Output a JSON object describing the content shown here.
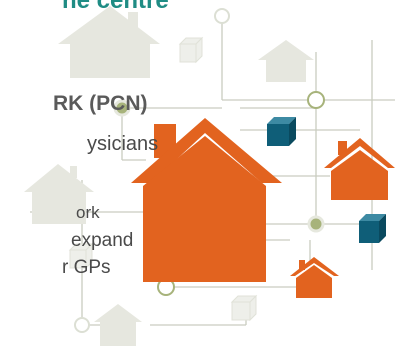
{
  "title_fragment": "ne centre",
  "heading_fragment": "RK (PCN)",
  "text_lines": [
    "ysicians",
    "ork",
    "expand",
    "r GPs"
  ],
  "colors": {
    "orange": "#e2631f",
    "teal": "#0f5e78",
    "outline_grey": "#bfc3b4",
    "faded_house": "#e6e7df",
    "node_green": "#a7b37b",
    "title_teal": "#1f8c84"
  }
}
